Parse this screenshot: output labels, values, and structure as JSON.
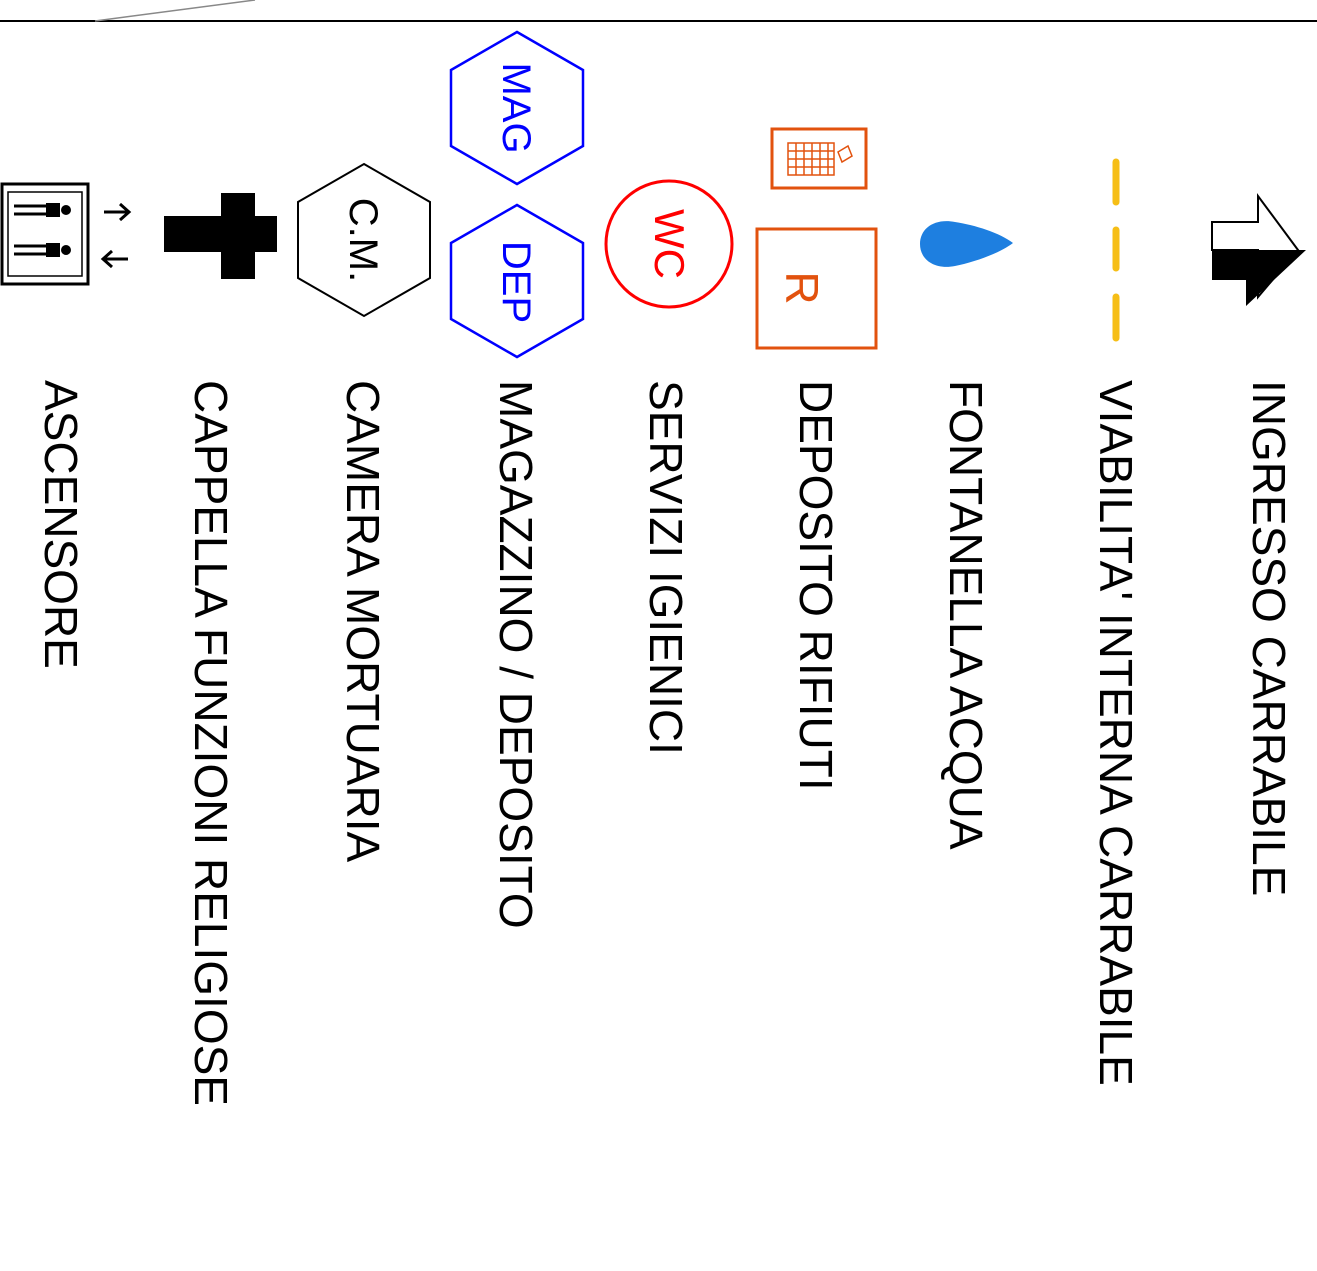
{
  "legend": {
    "items": [
      {
        "key": "ingresso",
        "label": "INGRESSO CARRABILE",
        "icon": "entrance-arrow-icon"
      },
      {
        "key": "viabilita",
        "label": "VIABILITA' INTERNA CARRABILE",
        "icon": "dashed-road-icon",
        "color": "#F6BE16"
      },
      {
        "key": "fontanella",
        "label": "FONTANELLA ACQUA",
        "icon": "water-drop-icon",
        "color": "#1E7FE0"
      },
      {
        "key": "rifiuti",
        "label": "DEPOSITO RIFIUTI",
        "icon": "waste-bin-icon",
        "symbol": "R",
        "color": "#E2520E"
      },
      {
        "key": "servizi",
        "label": "SERVIZI IGIENICI",
        "icon": "wc-icon",
        "symbol": "WC",
        "color": "#FF0000"
      },
      {
        "key": "magazzino",
        "label": "MAGAZZINO / DEPOSITO",
        "icon": "hexagon-icon",
        "symbols": [
          "MAG",
          "DEP"
        ],
        "color": "#0000FF"
      },
      {
        "key": "camera",
        "label": "CAMERA MORTUARIA",
        "icon": "hexagon-icon",
        "symbol": "C.M.",
        "color": "#000000"
      },
      {
        "key": "cappella",
        "label": "CAPPELLA FUNZIONI RELIGIOSE",
        "icon": "cross-icon"
      },
      {
        "key": "ascensore",
        "label": "ASCENSORE",
        "icon": "elevator-icon"
      }
    ]
  }
}
